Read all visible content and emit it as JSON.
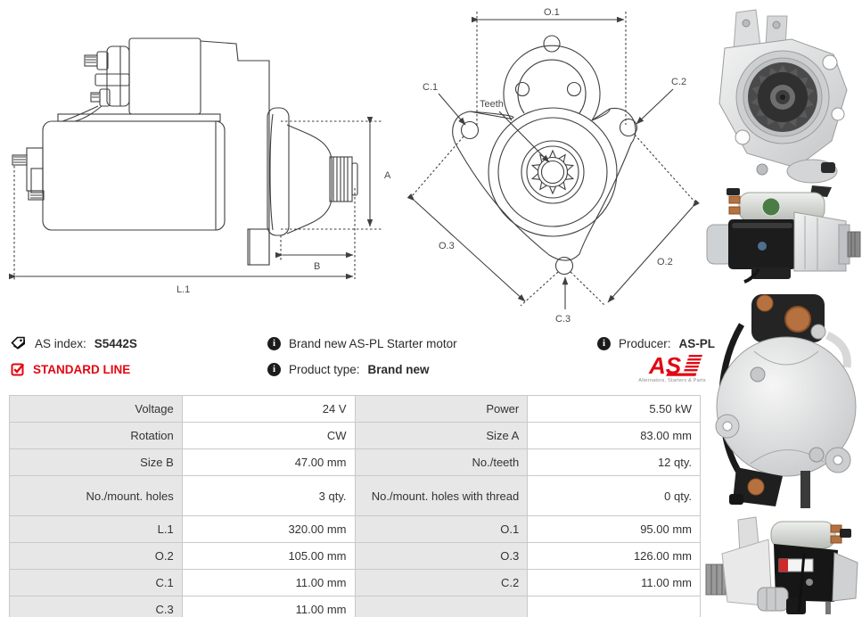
{
  "product": {
    "as_index_label": "AS index:",
    "as_index_value": "S5442S",
    "line_badge": "STANDARD LINE",
    "description": "Brand new AS-PL Starter motor",
    "product_type_label": "Product type:",
    "product_type_value": "Brand new",
    "producer_label": "Producer:",
    "producer_value": "AS-PL"
  },
  "brand": {
    "logo_text": "AS",
    "logo_tagline": "Alternators, Starters & Parts"
  },
  "icons": {
    "as_index": "tag-icon",
    "line_badge": "checkbox-checked-icon",
    "description": "info-icon",
    "product_type": "info-icon",
    "producer": "info-icon",
    "brand": "as-pl-logo"
  },
  "colors": {
    "brand_red": "#e30613",
    "table_label_bg": "#e7e7e7",
    "table_border": "#c9c9c9",
    "drawing_line": "#3f3f3f"
  },
  "drawings": {
    "side_view": {
      "labels": {
        "a": "A",
        "b": "B",
        "l1": "L.1"
      }
    },
    "front_view": {
      "labels": {
        "o1": "O.1",
        "c1": "C.1",
        "c2": "C.2",
        "teeth": "Teeth",
        "o3": "O.3",
        "o2": "O.2",
        "c3": "C.3"
      }
    }
  },
  "spec_table": {
    "rows": [
      {
        "l_label": "Voltage",
        "l_value": "24 V",
        "r_label": "Power",
        "r_value": "5.50 kW"
      },
      {
        "l_label": "Rotation",
        "l_value": "CW",
        "r_label": "Size A",
        "r_value": "83.00 mm"
      },
      {
        "l_label": "Size B",
        "l_value": "47.00 mm",
        "r_label": "No./teeth",
        "r_value": "12 qty."
      },
      {
        "l_label": "No./mount. holes",
        "l_value": "3 qty.",
        "r_label": "No./mount. holes with thread",
        "r_value": "0 qty."
      },
      {
        "l_label": "L.1",
        "l_value": "320.00 mm",
        "r_label": "O.1",
        "r_value": "95.00 mm"
      },
      {
        "l_label": "O.2",
        "l_value": "105.00 mm",
        "r_label": "O.3",
        "r_value": "126.00 mm"
      },
      {
        "l_label": "C.1",
        "l_value": "11.00 mm",
        "r_label": "C.2",
        "r_value": "11.00 mm"
      },
      {
        "l_label": "C.3",
        "l_value": "11.00 mm",
        "r_label": "",
        "r_value": ""
      }
    ]
  }
}
